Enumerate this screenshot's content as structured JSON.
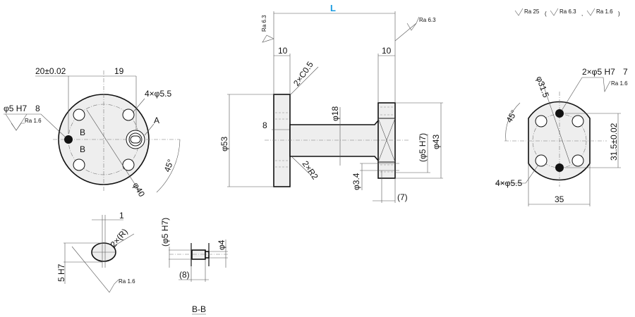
{
  "front_view": {
    "dim_offset": "20±0.02",
    "dim_19": "19",
    "holes_label": "4×φ5.5",
    "label_a": "A",
    "label_b1": "B",
    "label_b2": "B",
    "pin_hole": "φ5 H7",
    "pin_depth": "8",
    "pin_ra": "Ra 1.6",
    "angle": "45°",
    "pcd": "φ40"
  },
  "side_view": {
    "length": "L",
    "ra_left": "Ra 6.3",
    "ra_right": "Ra 6.3",
    "flange_left": "10",
    "flange_right": "10",
    "chamfer": "2×C0.5",
    "dia_53": "φ53",
    "dim_8": "8",
    "dia_18": "φ18",
    "fillet": "2×R2",
    "dia_34": "φ3.4",
    "dia_5h7": "(φ5 H7)",
    "dia_43": "φ43",
    "dim_7": "(7)"
  },
  "end_view": {
    "roughness_legend": [
      "Ra 25",
      "(",
      "Ra 6.3",
      ",",
      "Ra 1.6",
      ")"
    ],
    "pin_holes": "2×φ5 H7",
    "pin_depth": "7",
    "pin_ra": "Ra 1.6",
    "pcd": "φ31.5",
    "angle": "45°",
    "pitch": "31.5±0.02",
    "holes_label": "4×φ5.5",
    "width": "35"
  },
  "detail_a": {
    "dim_1": "1",
    "radius": "2×(R)",
    "width": "5 H7",
    "ra": "Ra 1.6"
  },
  "section_bb": {
    "dia_5h7": "(φ5 H7)",
    "dia_4": "φ4",
    "dim_8": "(8)",
    "title": "B-B"
  },
  "colors": {
    "accent": "#1a9be0"
  }
}
